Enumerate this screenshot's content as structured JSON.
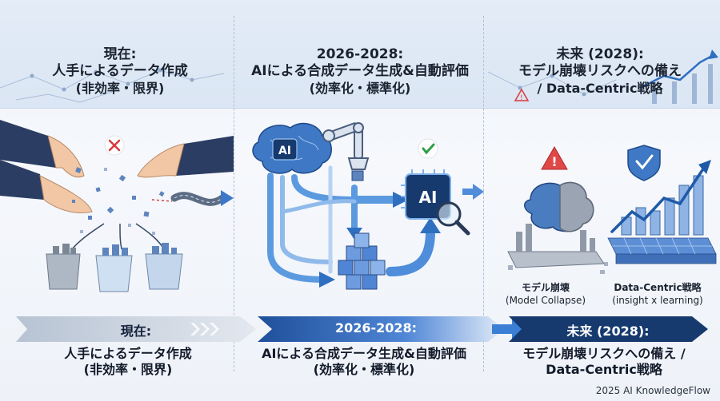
{
  "columns": [
    {
      "l1": "現在:",
      "l2": "人手によるデータ作成",
      "l3": "(非効率・限界)"
    },
    {
      "l1": "2026-2028:",
      "l2": "AIによる合成データ生成&自動評価",
      "l3": "(効率化・標準化)"
    },
    {
      "l1": "未来 (2028):",
      "l2": "モデル崩壊リスクへの備え",
      "l3": "/ Data-Centric戦略"
    }
  ],
  "icons": {
    "ai_label": "AI",
    "ai_chip_label": "AI"
  },
  "captions": {
    "collapse_title": "モデル崩壊",
    "collapse_sub": "(Model Collapse)",
    "datacentric_title": "Data-Centric戦略",
    "datacentric_sub": "(insight x learning)"
  },
  "banner": [
    {
      "title": "現在:",
      "line1": "人手によるデータ作成",
      "line2": "(非効率・限界)"
    },
    {
      "title": "2026-2028:",
      "line1": "AIによる合成データ生成&自動評価",
      "line2": "(効率化・標準化)"
    },
    {
      "title": "未来 (2028):",
      "line1": "モデル崩壊リスクへの備え /",
      "line2": "Data-Centric戦略"
    }
  ],
  "credit": "2025 AI KnowledgeFlow",
  "colors": {
    "accent": "#1e5aa8",
    "dark": "#163a6e",
    "ok": "#2e9e4a",
    "error": "#d93a3a"
  }
}
